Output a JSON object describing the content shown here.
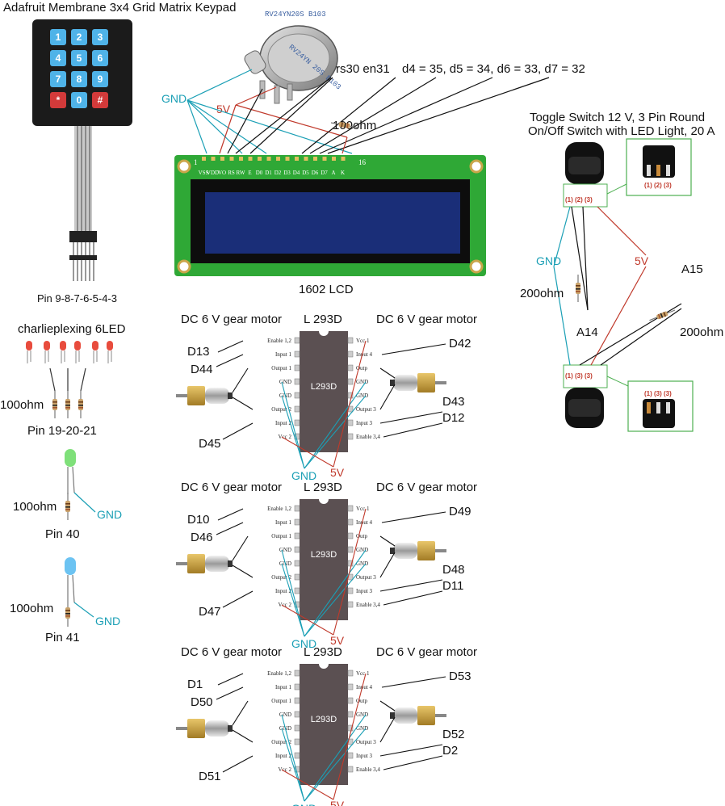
{
  "keypad": {
    "title": "Adafruit Membrane 3x4 Grid Matrix Keypad",
    "keys": [
      "1",
      "2",
      "3",
      "4",
      "5",
      "6",
      "7",
      "8",
      "9",
      "*",
      "0",
      "#"
    ],
    "pins_label": "Pin 9-8-7-6-5-4-3"
  },
  "pot": {
    "marking": "RV24YN20S B103",
    "body_text": "RV24YN 20S B103"
  },
  "lcd": {
    "name": "1602 LCD",
    "pin1": "1",
    "pin16": "16",
    "pins": [
      "VSS",
      "VDD",
      "VO",
      "RS",
      "RW",
      "E",
      "D0",
      "D1",
      "D2",
      "D3",
      "D4",
      "D5",
      "D6",
      "D7",
      "A",
      "K"
    ],
    "rs_en": "rs30 en31",
    "data_pins": "d4 = 35, d5 = 34, d6 = 33, d7 = 32",
    "backlight_resistor": "100ohm"
  },
  "labels": {
    "gnd": "GND",
    "v5": "5V",
    "ohm100": "100ohm",
    "ohm200": "200ohm"
  },
  "charlieplex": {
    "title": "charlieplexing 6LED",
    "pins": "Pin 19-20-21"
  },
  "green_led": {
    "pin": "Pin 40"
  },
  "blue_led": {
    "pin": "Pin 41"
  },
  "switch": {
    "title_line1": "Toggle Switch 12 V, 3 Pin Round",
    "title_line2": "On/Off Switch with LED Light, 20 A",
    "top_pins": "(1) (2) (3)",
    "bottom_pins": "(1) (3) (3)",
    "a14": "A14",
    "a15": "A15"
  },
  "drivers": [
    {
      "chip": "L293D",
      "title": "L 293D",
      "motor_left": "DC 6 V gear motor",
      "motor_right": "DC 6 V gear motor",
      "left_labels": [
        "D13",
        "D44",
        "D45"
      ],
      "right_labels": [
        "D42",
        "D43",
        "D12"
      ]
    },
    {
      "chip": "L293D",
      "title": "L 293D",
      "motor_left": "DC 6 V gear motor",
      "motor_right": "DC 6 V gear motor",
      "left_labels": [
        "D10",
        "D46",
        "D47"
      ],
      "right_labels": [
        "D49",
        "D48",
        "D11"
      ]
    },
    {
      "chip": "L293D",
      "title": "L 293D",
      "motor_left": "DC 6 V gear motor",
      "motor_right": "DC 6 V gear motor",
      "left_labels": [
        "D1",
        "D50",
        "D51"
      ],
      "right_labels": [
        "D53",
        "D52",
        "D2"
      ]
    }
  ],
  "chip_pins": {
    "left": [
      "Enable 1,2",
      "Input 1",
      "Output 1",
      "GND",
      "GND",
      "Output 2",
      "Input 2",
      "Vcc 2"
    ],
    "right": [
      "Vcc 1",
      "Input 4",
      "Outp",
      "GND",
      "GND",
      "Output 3",
      "Input 3",
      "Enable 3,4"
    ]
  },
  "colors": {
    "gnd_wire": "#1a9fb5",
    "v5_wire": "#c0392b",
    "lcd_board": "#2fa836",
    "lcd_screen": "#1a2e78",
    "keypad_key": "#4fb3e8",
    "chip": "#5b5052"
  }
}
